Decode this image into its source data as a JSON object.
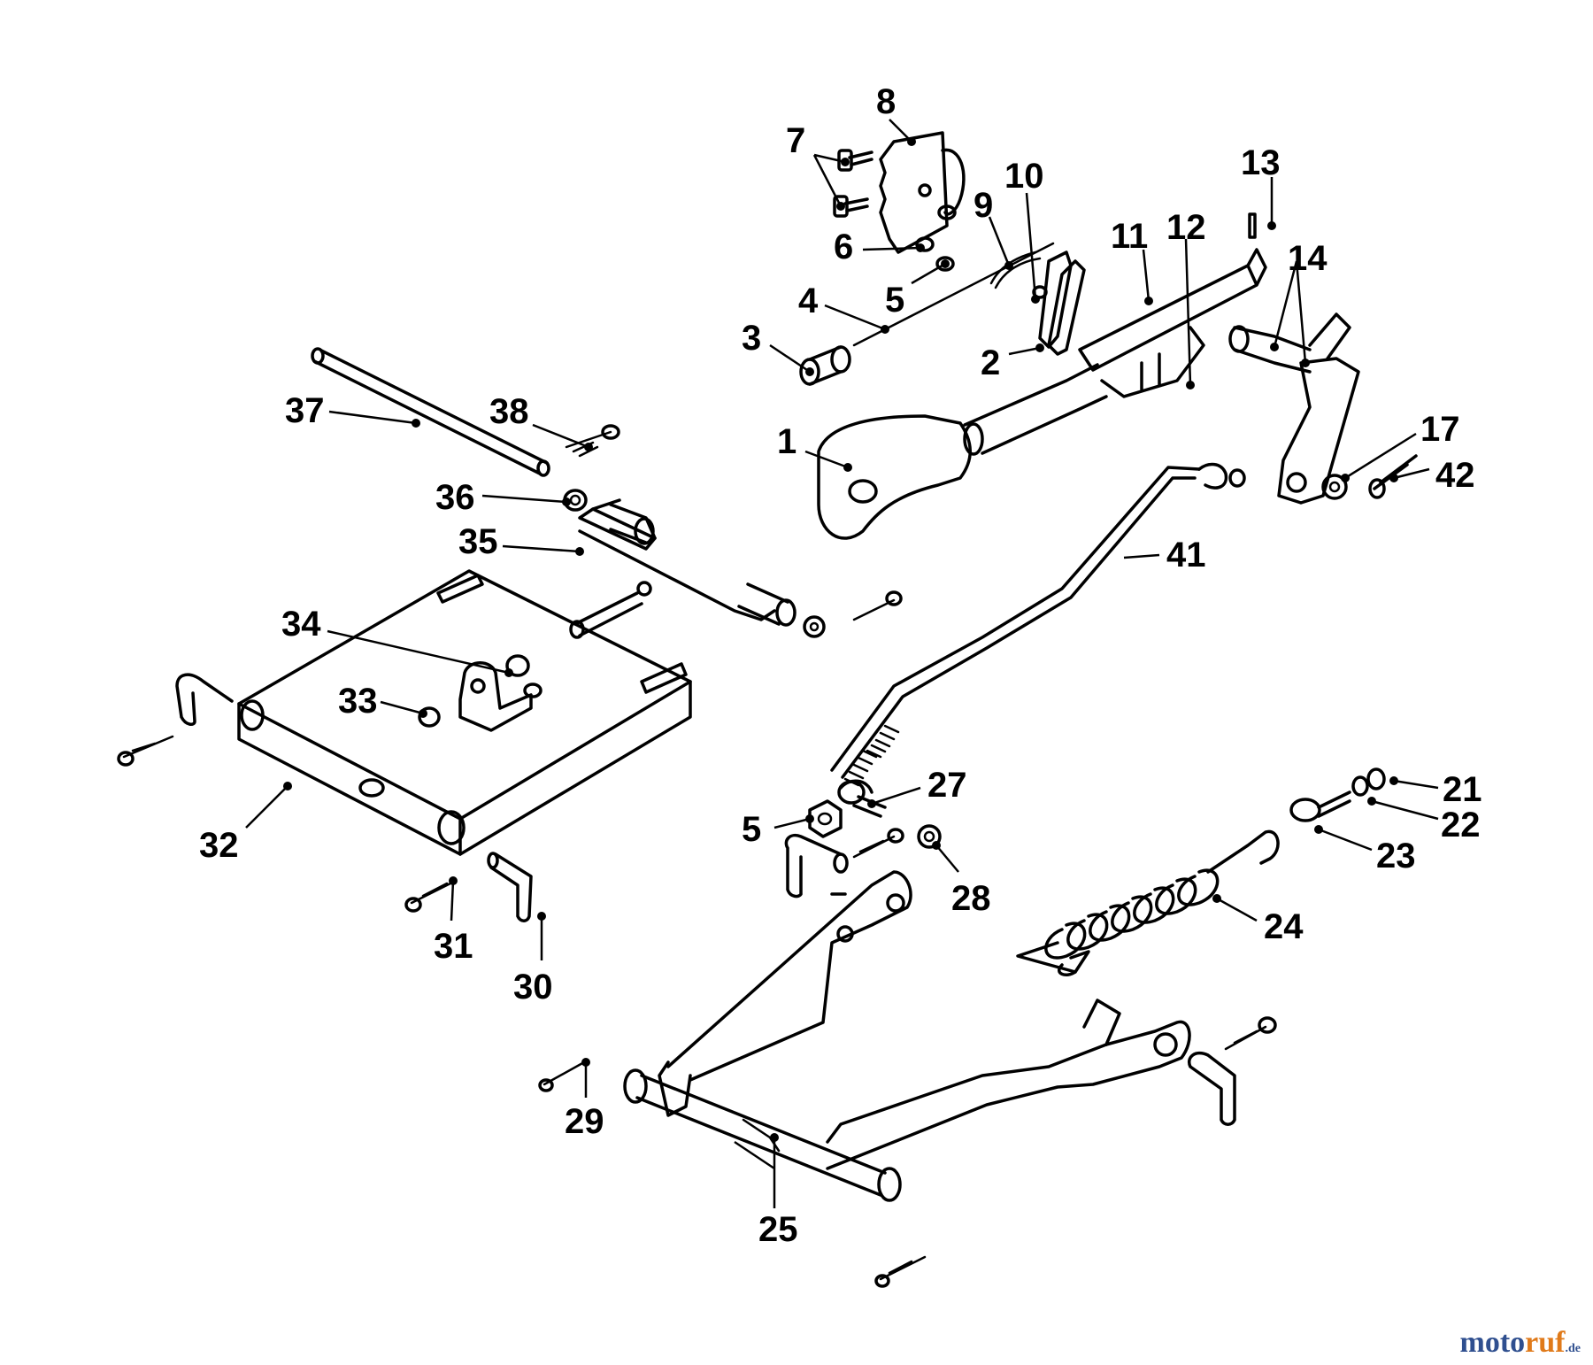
{
  "watermark": {
    "part_a": "moto",
    "part_b": "ruf",
    "part_c": ".de"
  },
  "colors": {
    "line": "#000000",
    "background": "#ffffff",
    "watermark_blue": "#2f4f8f",
    "watermark_orange": "#e07a1a"
  },
  "callouts": {
    "c1": "1",
    "c2": "2",
    "c3": "3",
    "c4": "4",
    "c5a": "5",
    "c5b": "5",
    "c6": "6",
    "c7": "7",
    "c8": "8",
    "c9": "9",
    "c10": "10",
    "c11": "11",
    "c12": "12",
    "c13": "13",
    "c14": "14",
    "c17": "17",
    "c21": "21",
    "c22": "22",
    "c23": "23",
    "c24": "24",
    "c25": "25",
    "c27": "27",
    "c28": "28",
    "c29": "29",
    "c30": "30",
    "c31": "31",
    "c32": "32",
    "c33": "33",
    "c34": "34",
    "c35": "35",
    "c36": "36",
    "c37": "37",
    "c38": "38",
    "c41": "41",
    "c42": "42"
  }
}
